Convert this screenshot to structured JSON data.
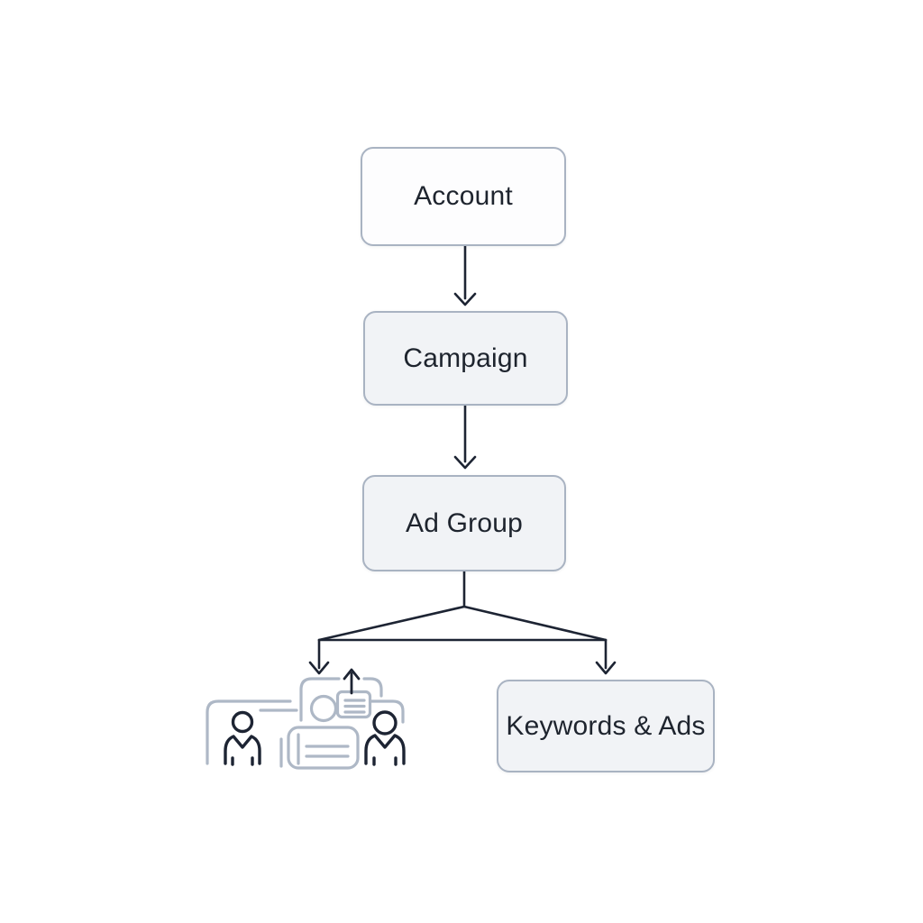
{
  "colors": {
    "connector": "#1d2433",
    "node_border": "#a9b3c2",
    "node_text": "#1e242e",
    "card_stroke": "#aeb8c6",
    "person_stroke": "#1d2433",
    "node_fill_white": "#fdfdfe",
    "node_fill_gray": "#f1f3f6",
    "background": "#ffffff"
  },
  "diagram": {
    "type": "hierarchy-flowchart",
    "nodes": [
      {
        "id": "account",
        "label": "Account",
        "fill": "white"
      },
      {
        "id": "campaign",
        "label": "Campaign",
        "fill": "gray"
      },
      {
        "id": "ad_group",
        "label": "Ad Group",
        "fill": "gray"
      },
      {
        "id": "keywords_ads",
        "label": "Keywords & Ads",
        "fill": "gray"
      }
    ],
    "edges": [
      {
        "from": "account",
        "to": "campaign",
        "style": "arrow-down"
      },
      {
        "from": "campaign",
        "to": "ad_group",
        "style": "arrow-down"
      },
      {
        "from": "ad_group",
        "to": "audience_illustration",
        "style": "triangle-split-arrow"
      },
      {
        "from": "ad_group",
        "to": "keywords_ads",
        "style": "triangle-split-arrow"
      }
    ],
    "illustration": {
      "name": "audience-people-ads",
      "elements": [
        "person-left",
        "person-right",
        "profile-card",
        "list-card",
        "document-card",
        "corner-cards",
        "up-arrow"
      ]
    }
  }
}
